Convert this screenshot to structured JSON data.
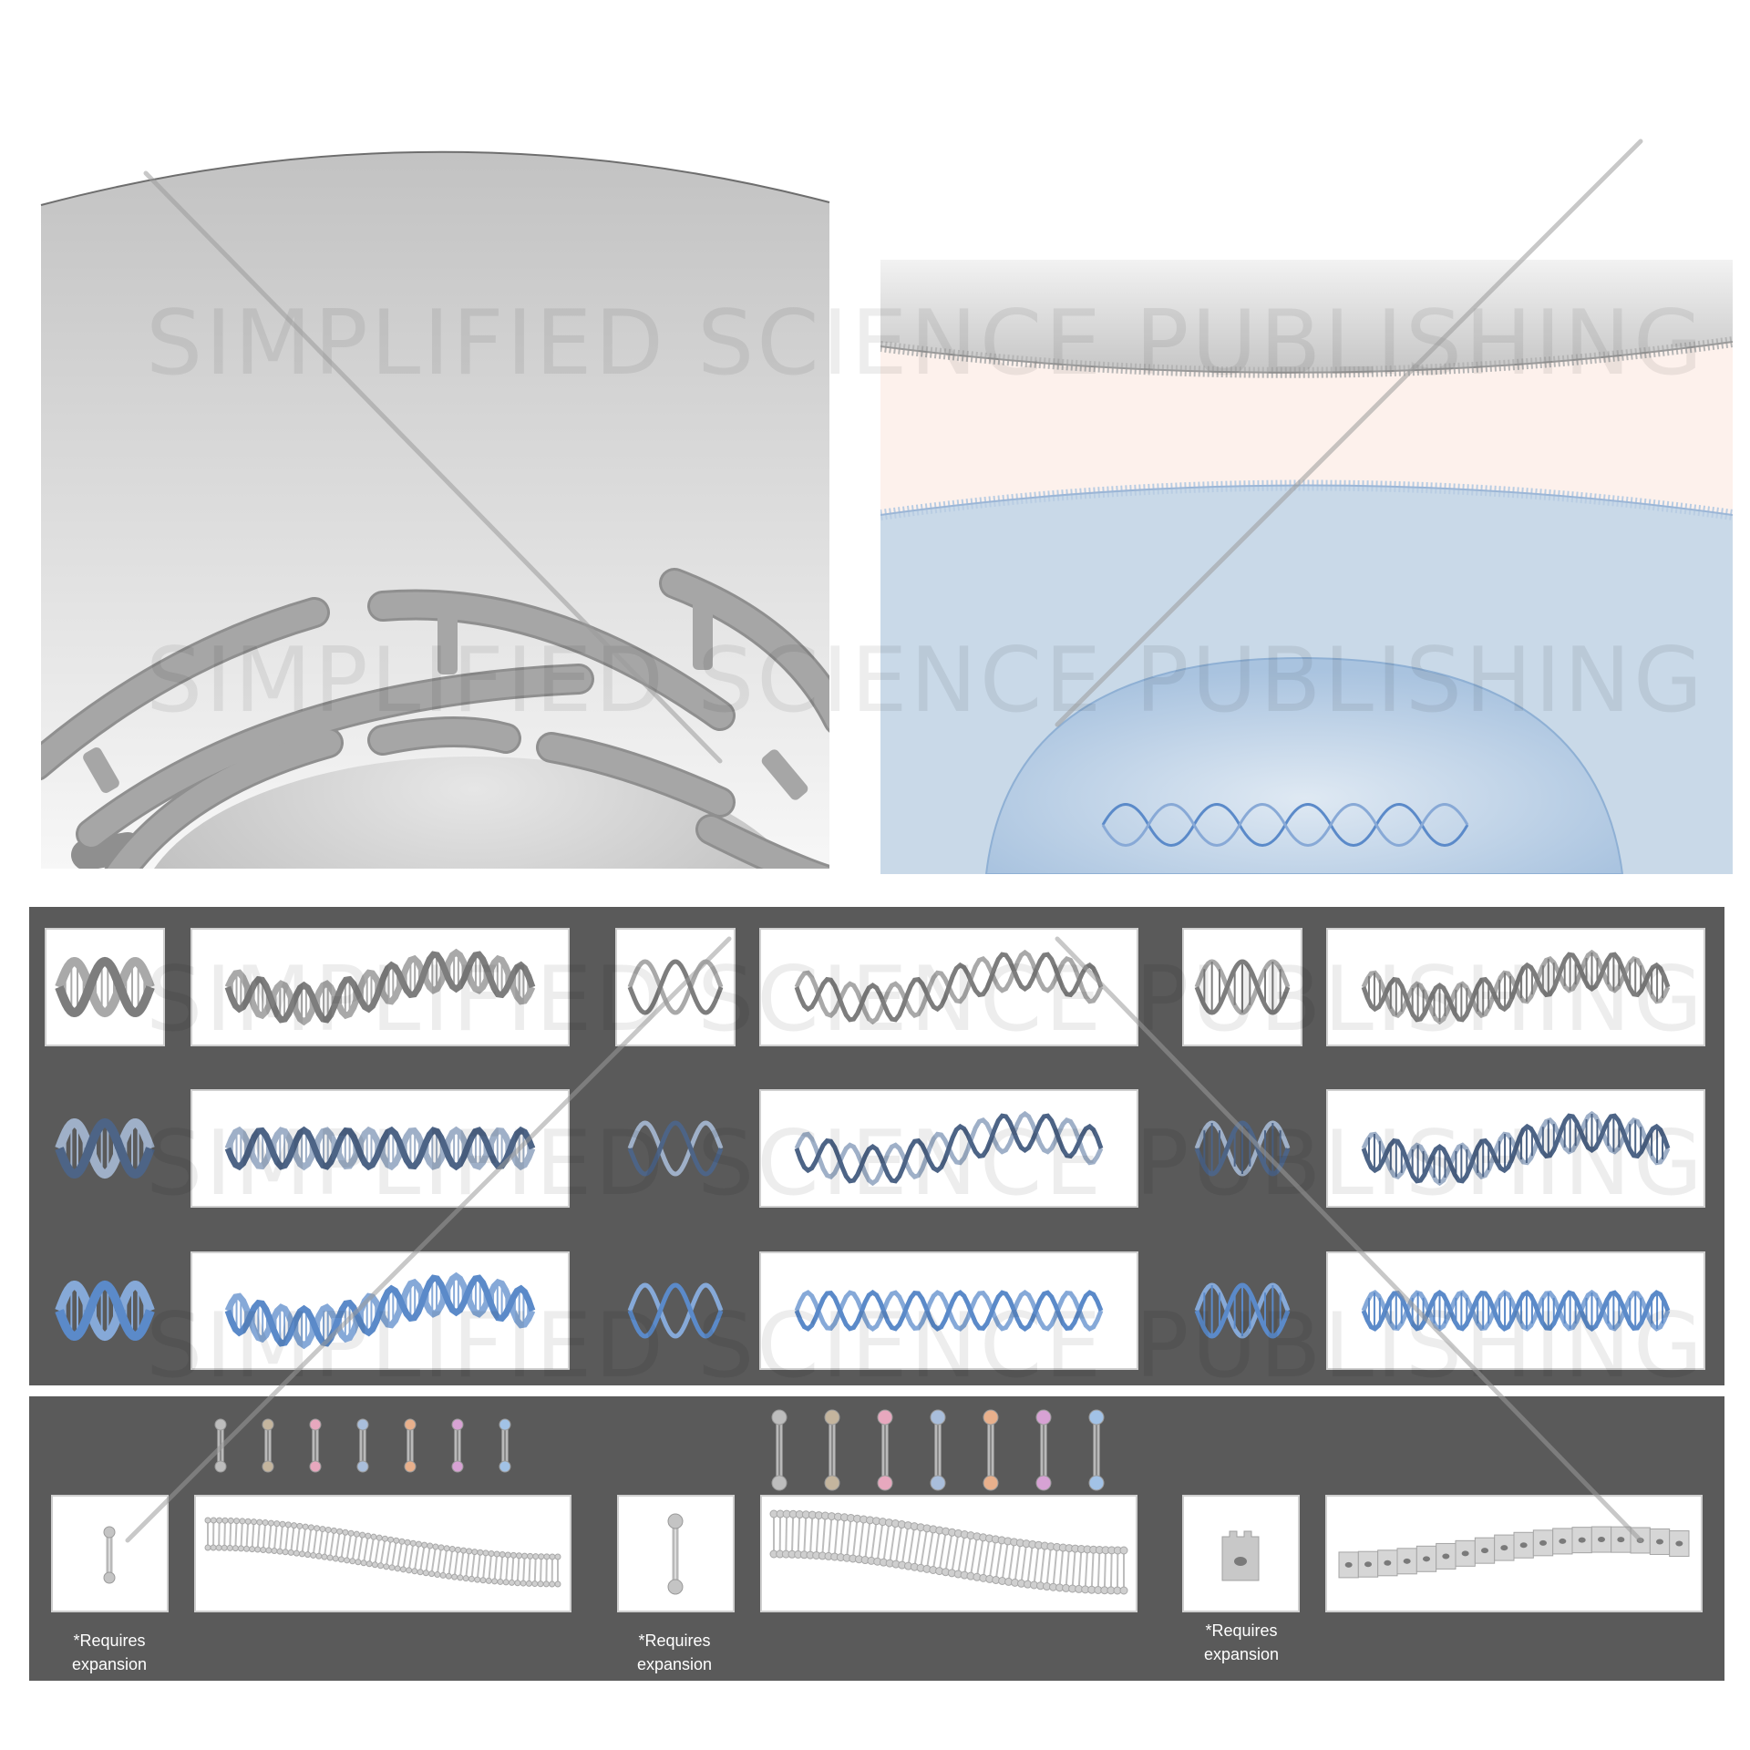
{
  "watermark": {
    "text": "SIMPLIFIED SCIENCE PUBLISHING"
  },
  "captions": {
    "requires_expansion_1": "*Requires",
    "requires_expansion_1b": "expansion",
    "requires_expansion_2": "*Requires",
    "requires_expansion_2b": "expansion",
    "requires_expansion_3": "*Requires",
    "requires_expansion_3b": "expansion"
  },
  "colors": {
    "panel_background": "#5a5a5a",
    "tile_background": "#ffffff",
    "gray_scheme": "#8a8a8a",
    "blue_gray_scheme": "#4d6486",
    "blue_scheme": "#5b8ac9",
    "cell_panel_gray": "#c8c8c8",
    "cell_panel_blue": "#c9d9e8",
    "cytoplasm_peach": "#fdf1ec"
  },
  "phospholipid_head_colors": [
    "#bdbdbd",
    "#c4b59e",
    "#e7a8be",
    "#a9bedb",
    "#e8b08c",
    "#d7a2d4",
    "#a2c2e6"
  ],
  "icons": {
    "cell_illustration": "cell-er-nucleus-icon",
    "cell_membrane_illustration": "cell-membrane-nucleus-icon",
    "dna_double_helix": "dna-helix-icon",
    "dna_ribbon": "dna-ribbon-icon",
    "phospholipid": "phospholipid-icon",
    "lipid_bilayer": "lipid-bilayer-icon",
    "epithelial_cell": "epithelial-cell-icon",
    "epithelium": "epithelium-icon"
  }
}
